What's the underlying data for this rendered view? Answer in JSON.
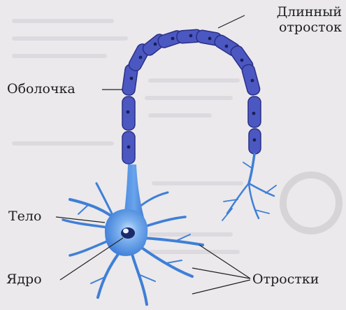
{
  "labels": {
    "long_process_line1": "Длинный",
    "long_process_line2": "отросток",
    "sheath": "Оболочка",
    "body": "Тело",
    "nucleus": "Ядро",
    "processes": "Отростки"
  },
  "colors": {
    "background": "#ebe9ec",
    "sheath_fill": "#4a57c0",
    "sheath_outline": "#2a2f86",
    "cell_body": "#3f80d8",
    "cell_body_light": "#8ec0f4",
    "leader_line": "#222222"
  }
}
